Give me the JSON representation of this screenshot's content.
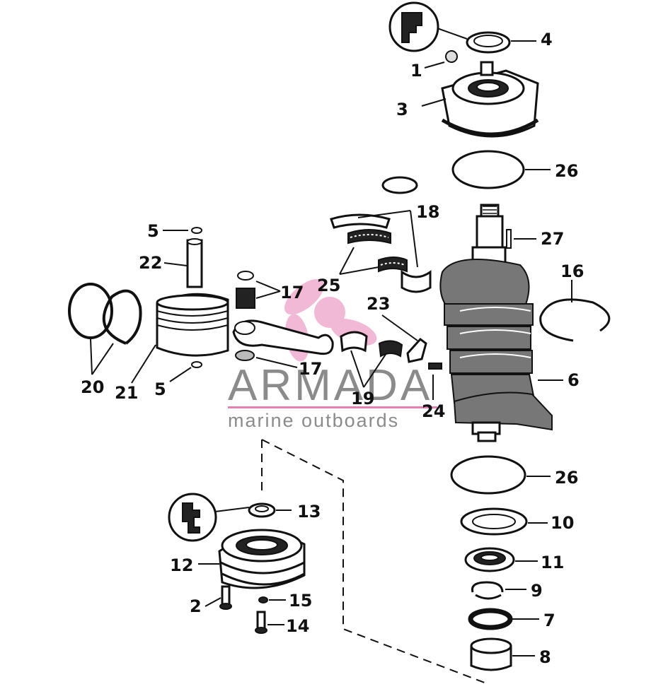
{
  "colors": {
    "ink": "#111111",
    "watermark_grey": "#777777",
    "watermark_pink": "#e06aa6"
  },
  "watermark": {
    "brand": "ARMADA",
    "tagline": "marine outboards"
  },
  "labels": {
    "p1": "1",
    "p2": "2",
    "p3": "3",
    "p4": "4",
    "p5a": "5",
    "p5b": "5",
    "p6": "6",
    "p7": "7",
    "p8": "8",
    "p9": "9",
    "p10": "10",
    "p11": "11",
    "p12": "12",
    "p13": "13",
    "p14": "14",
    "p15": "15",
    "p16": "16",
    "p17a": "17",
    "p17b": "17",
    "p18": "18",
    "p19": "19",
    "p20": "20",
    "p21": "21",
    "p22": "22",
    "p23": "23",
    "p24": "24",
    "p25": "25",
    "p26a": "26",
    "p26b": "26",
    "p27": "27"
  }
}
